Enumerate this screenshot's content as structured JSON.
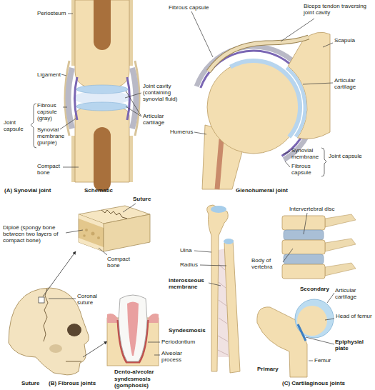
{
  "diagram": {
    "labels": [
      "Periosteum",
      "Ligament",
      "Fibrous capsule (gray)",
      "Synovial membrane (purple)",
      "Joint capsule",
      "Compact bone",
      "Joint cavity (containing synovial fluid)",
      "Articular cartilage",
      "(A) Synovial joint",
      "Schematic",
      "Fibrous capsule",
      "Biceps tendon traversing joint cavity",
      "Scapula",
      "Articular cartilage",
      "Humerus",
      "Synovial membrane",
      "Fibrous capsule",
      "Joint capsule",
      "Glenohumeral joint",
      "Suture",
      "Diploë (spongy bone between two layers of compact bone)",
      "Compact bone",
      "Coronal suture",
      "Periodontium",
      "Alveolar process",
      "Dento-alveolar syndesmosis (gomphosis)",
      "Suture",
      "(B) Fibrous joints",
      "Ulna",
      "Radius",
      "Interosseous membrane",
      "Syndesmosis",
      "Intervertebral disc",
      "Body of vertebra",
      "Secondary",
      "Articular cartilage",
      "Head of femur",
      "Epiphysial plate",
      "Femur",
      "Primary",
      "(C) Cartilaginous joints"
    ]
  }
}
